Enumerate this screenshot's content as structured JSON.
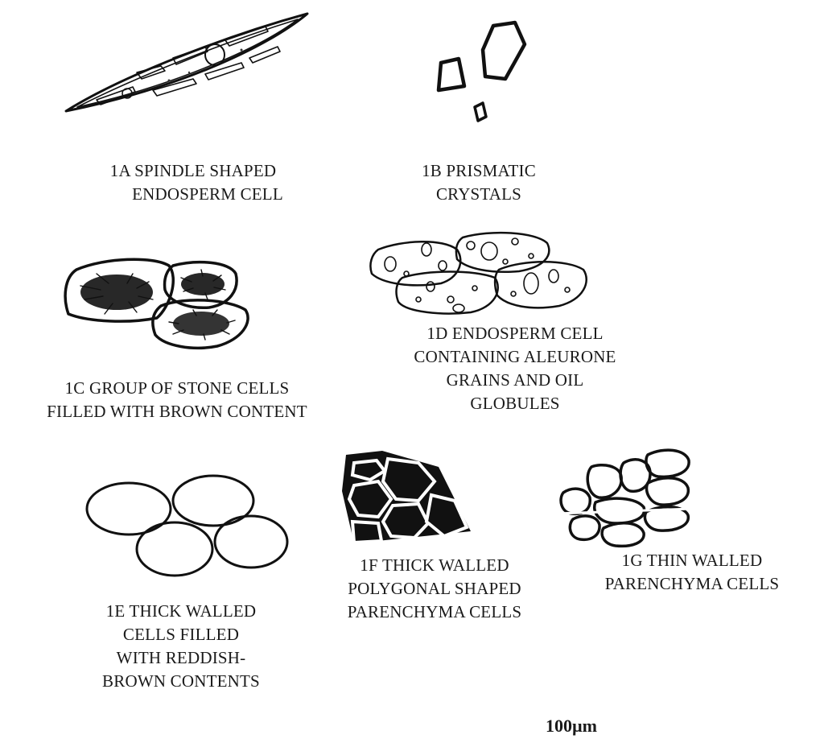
{
  "figures": [
    {
      "id": "1A",
      "lines": [
        "1A SPINDLE SHAPED",
        "ENDOSPERM CELL"
      ]
    },
    {
      "id": "1B",
      "lines": [
        "1B PRISMATIC",
        "CRYSTALS"
      ]
    },
    {
      "id": "1C",
      "lines": [
        "1C GROUP OF STONE CELLS",
        "FILLED WITH BROWN CONTENT"
      ]
    },
    {
      "id": "1D",
      "lines": [
        "1D ENDOSPERM CELL",
        "CONTAINING ALEURONE",
        "GRAINS AND OIL",
        "GLOBULES"
      ]
    },
    {
      "id": "1E",
      "lines": [
        "1E THICK WALLED",
        "CELLS FILLED",
        "WITH REDDISH-",
        "BROWN CONTENTS"
      ]
    },
    {
      "id": "1F",
      "lines": [
        "1F THICK WALLED",
        "POLYGONAL SHAPED",
        "PARENCHYMA CELLS"
      ]
    },
    {
      "id": "1G",
      "lines": [
        "1G THIN WALLED",
        "PARENCHYMA CELLS"
      ]
    }
  ],
  "scale_bar_label": "100µm",
  "colors": {
    "ink": "#111111",
    "background": "#ffffff"
  }
}
